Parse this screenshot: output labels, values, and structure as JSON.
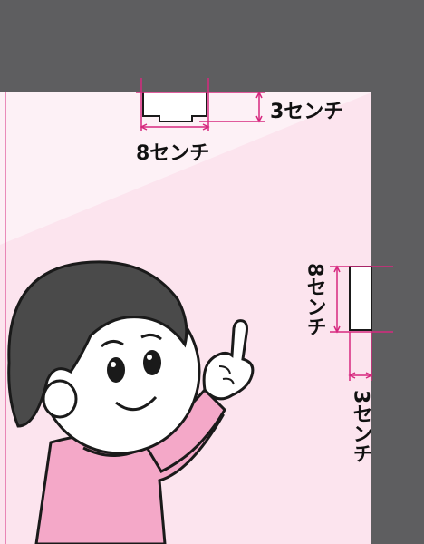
{
  "colors": {
    "wall_gray": "#5e5e60",
    "room_pink": "#fce4ee",
    "light_beam": "#fdf1f6",
    "dimension_magenta": "#d6287f",
    "shirt_pink": "#f4a8c8",
    "hair": "#4a4a4a",
    "skin": "#ffffff",
    "outline": "#1a1a1a"
  },
  "ceiling_measure": {
    "width_label": "8センチ",
    "height_label": "3センチ"
  },
  "wall_measure": {
    "height_label": "8センチ",
    "depth_label": "3センチ"
  },
  "figure": {
    "subject": "boy-pointing-up",
    "icon": "pointing-hand-icon"
  }
}
